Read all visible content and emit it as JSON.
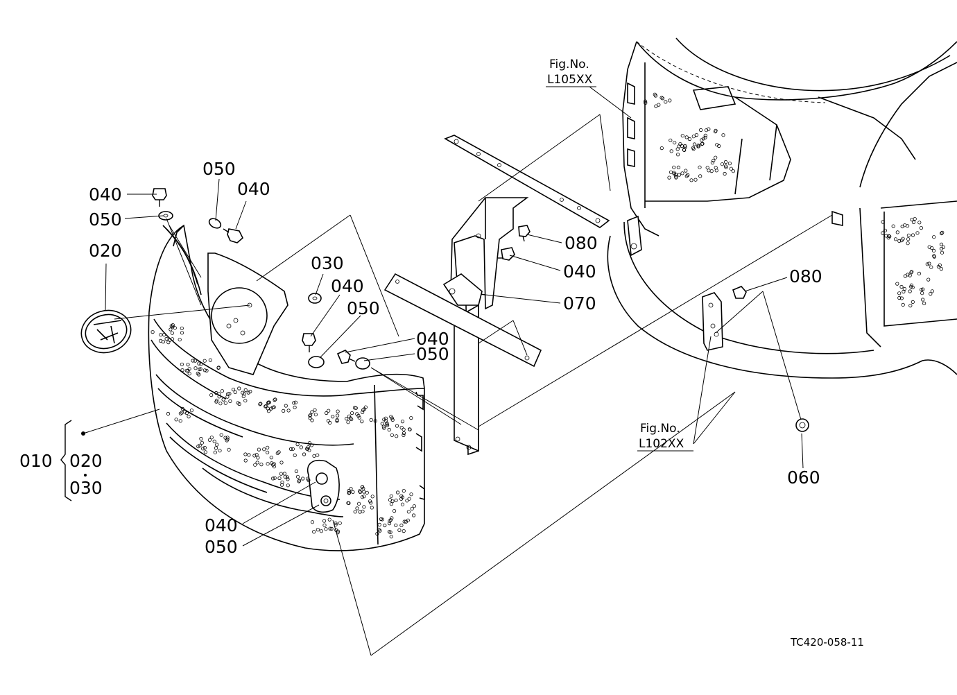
{
  "figure_code": "TC420-058-11",
  "refs": {
    "fig_no_label": "Fig.No.",
    "upper_fig": "L105XX",
    "lower_fig": "L102XX"
  },
  "labels": {
    "l040a": "040",
    "l050a": "050",
    "l050b": "050",
    "l040b": "040",
    "l020": "020",
    "l030": "030",
    "l040c": "040",
    "l050c": "050",
    "l040d": "040",
    "l050d": "050",
    "l080a": "080",
    "l040e": "040",
    "l070": "070",
    "l080b": "080",
    "l060": "060",
    "l010": "010",
    "l010_020": "020",
    "l010_030": "030",
    "l040f": "040",
    "l050f": "050"
  }
}
